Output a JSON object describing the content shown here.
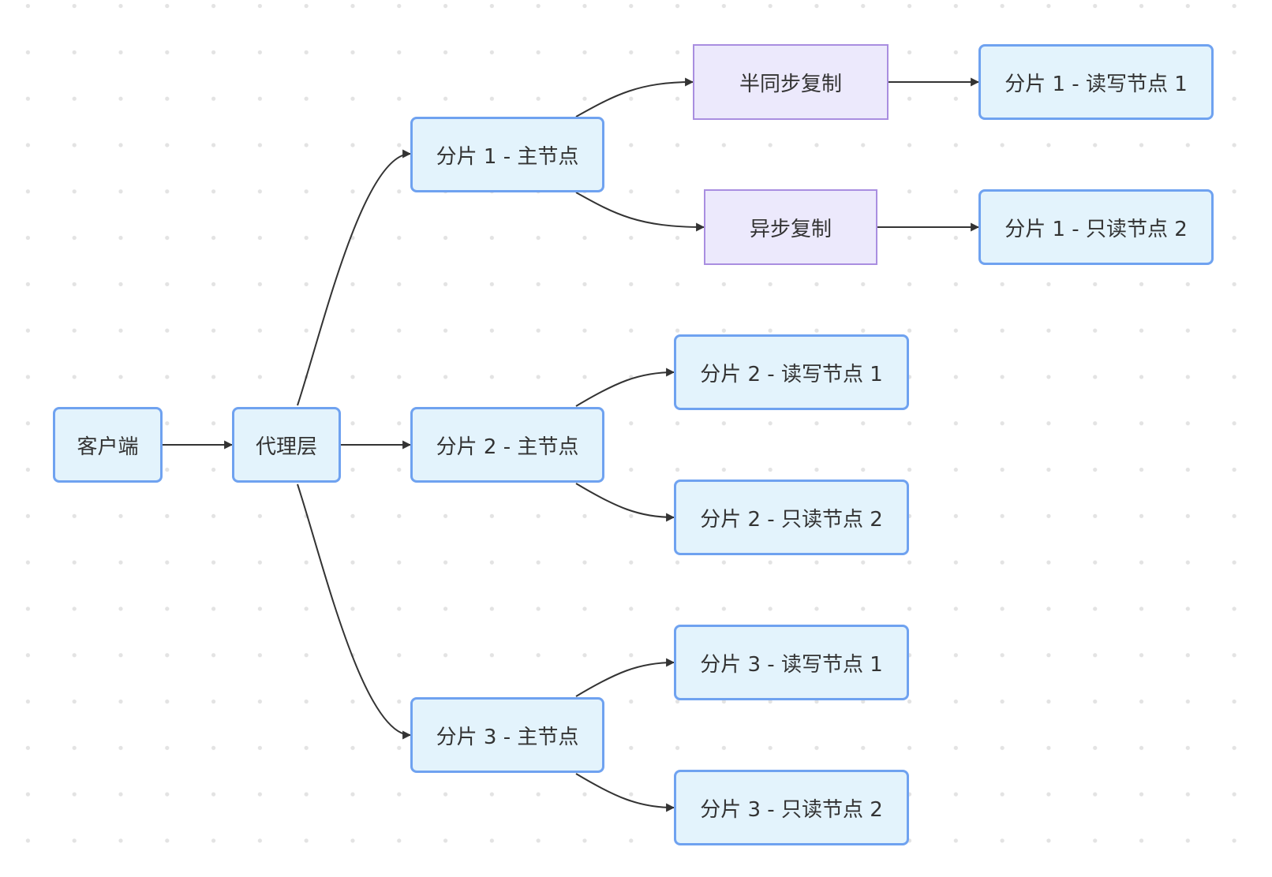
{
  "diagram": {
    "nodes": {
      "client": {
        "label": "客户端"
      },
      "proxy": {
        "label": "代理层"
      },
      "shard1_master": {
        "label": "分片 1 - 主节点"
      },
      "shard2_master": {
        "label": "分片 2 - 主节点"
      },
      "shard3_master": {
        "label": "分片 3 - 主节点"
      },
      "semi_sync_replication": {
        "label": "半同步复制"
      },
      "async_replication": {
        "label": "异步复制"
      },
      "shard1_rw_node1": {
        "label": "分片 1 - 读写节点 1"
      },
      "shard1_ro_node2": {
        "label": "分片 1 - 只读节点 2"
      },
      "shard2_rw_node1": {
        "label": "分片 2 - 读写节点 1"
      },
      "shard2_ro_node2": {
        "label": "分片 2 - 只读节点 2"
      },
      "shard3_rw_node1": {
        "label": "分片 3 - 读写节点 1"
      },
      "shard3_ro_node2": {
        "label": "分片 3 - 只读节点 2"
      }
    },
    "edges": [
      {
        "from": "client",
        "to": "proxy"
      },
      {
        "from": "proxy",
        "to": "shard1_master"
      },
      {
        "from": "proxy",
        "to": "shard2_master"
      },
      {
        "from": "proxy",
        "to": "shard3_master"
      },
      {
        "from": "shard1_master",
        "to": "semi_sync_replication"
      },
      {
        "from": "shard1_master",
        "to": "async_replication"
      },
      {
        "from": "semi_sync_replication",
        "to": "shard1_rw_node1"
      },
      {
        "from": "async_replication",
        "to": "shard1_ro_node2"
      },
      {
        "from": "shard2_master",
        "to": "shard2_rw_node1"
      },
      {
        "from": "shard2_master",
        "to": "shard2_ro_node2"
      },
      {
        "from": "shard3_master",
        "to": "shard3_rw_node1"
      },
      {
        "from": "shard3_master",
        "to": "shard3_ro_node2"
      }
    ],
    "colors": {
      "node_fill": "#e3f3fc",
      "node_border": "#6fa2f0",
      "process_fill": "#ece9fc",
      "process_border": "#a98ee0",
      "edge": "#333333",
      "text": "#333333"
    }
  }
}
